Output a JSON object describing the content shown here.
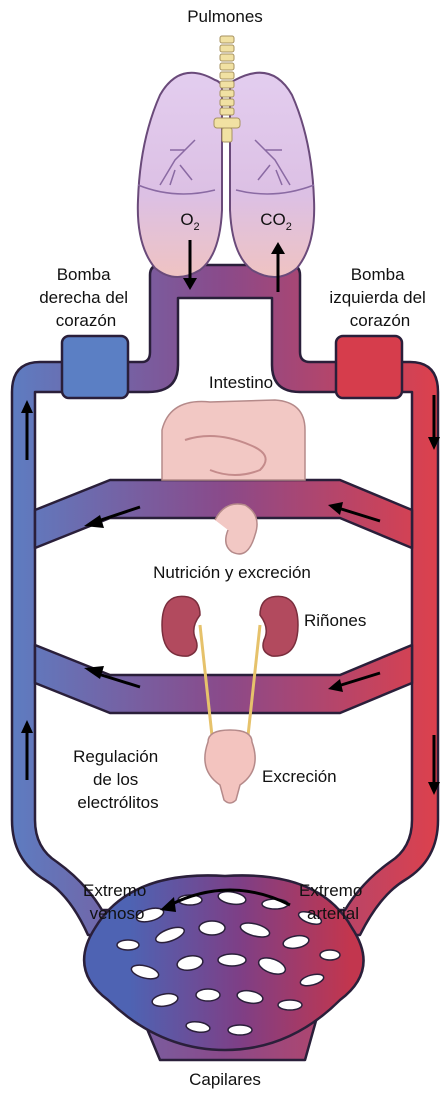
{
  "labels": {
    "lungs": "Pulmones",
    "right_pump": [
      "Bomba",
      "derecha del",
      "corazón"
    ],
    "left_pump": [
      "Bomba",
      "izquierda del",
      "corazón"
    ],
    "intestine": "Intestino",
    "nutrition": "Nutrición y excreción",
    "kidneys": "Riñones",
    "regulation": [
      "Regulación",
      "de los",
      "electrólitos"
    ],
    "excretion": "Excreción",
    "venous_end": [
      "Extremo",
      "venoso"
    ],
    "arterial_end": [
      "Extremo",
      "arterial"
    ],
    "capillaries": "Capilares"
  },
  "gases": {
    "o2": {
      "base": "O",
      "sub": "2"
    },
    "co2": {
      "base": "CO",
      "sub": "2"
    }
  },
  "colors": {
    "venous_blue": "#5b7fc4",
    "arterial_red": "#e0404a",
    "mid_purple": "#8a4a8a",
    "outline": "#2a1f3a",
    "lung_fill": "#d9c3e6",
    "lung_lower": "#f1c6c0",
    "organ_pink": "#f0b8b8",
    "kidney": "#b24a5e"
  }
}
